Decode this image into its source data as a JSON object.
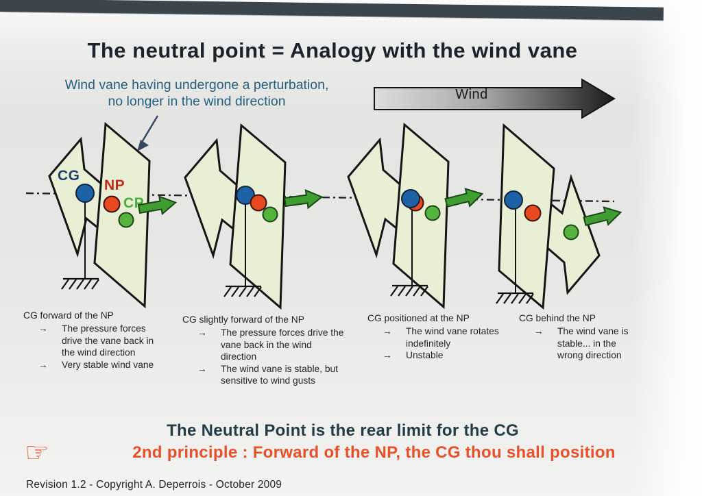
{
  "slide": {
    "title": "The neutral point = Analogy with the wind vane",
    "subtitle": {
      "line1": "Wind vane having undergone a perturbation,",
      "line2": "no longer in the wind direction"
    },
    "wind_arrow_label": "Wind",
    "conclusion": {
      "line1": "The Neutral Point is the rear limit for the CG",
      "line2": "2nd principle : Forward of the NP, the CG thou shall position",
      "hand_icon": "☞"
    },
    "footer": "Revision 1.2 - Copyright A. Deperrois - October 2009"
  },
  "point_labels": {
    "cg": "CG",
    "np": "NP",
    "cp": "CP"
  },
  "glyphs": {
    "bullet_arrow": "→"
  },
  "colors": {
    "cg_dot": "#1d62a5",
    "cg_label": "#1c3f6e",
    "np_dot": "#e8491f",
    "np_label": "#c5291a",
    "cp_dot": "#56b43e",
    "cp_label": "#49ad3b",
    "vane_fill": "#e9efd4",
    "outline": "#151515",
    "force_arrow_green": "#3f9d32",
    "accent_orange": "#e8502a",
    "conclusion_dark": "#223d47",
    "subtitle_teal": "#24607e",
    "scan_bar": "#3d454c"
  },
  "panels": [
    {
      "heading": "CG forward of the NP",
      "bullets": [
        "The pressure forces drive the vane back in the wind direction",
        "Very stable wind vane"
      ]
    },
    {
      "heading": "CG slightly forward of the NP",
      "bullets": [
        "The pressure forces drive the vane back in the wind direction",
        "The wind vane is stable, but sensitive to wind gusts"
      ]
    },
    {
      "heading": "CG positioned at the NP",
      "bullets": [
        "The wind vane rotates indefinitely",
        "Unstable"
      ]
    },
    {
      "heading": "CG behind the NP",
      "bullets": [
        "The wind vane is stable... in the wrong direction"
      ]
    }
  ]
}
